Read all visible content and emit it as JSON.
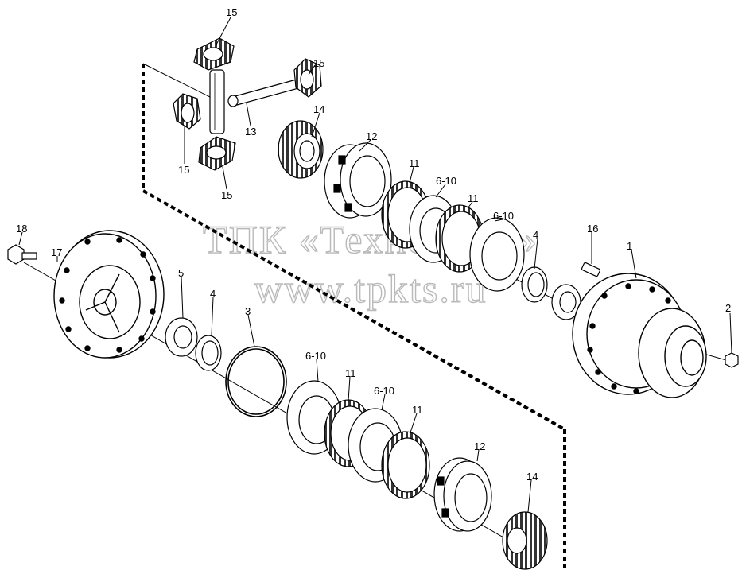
{
  "watermark": {
    "line1": "ТПК «Техно-Сиб»",
    "line2": "www.tpkts.ru",
    "color": "#b9b9b9"
  },
  "callouts": [
    {
      "id": "c15a",
      "text": "15"
    },
    {
      "id": "c15b",
      "text": "15"
    },
    {
      "id": "c13",
      "text": "13"
    },
    {
      "id": "c14a",
      "text": "14"
    },
    {
      "id": "c15c",
      "text": "15"
    },
    {
      "id": "c15d",
      "text": "15"
    },
    {
      "id": "c12a",
      "text": "12"
    },
    {
      "id": "c11a",
      "text": "11"
    },
    {
      "id": "c6a",
      "text": "6-10"
    },
    {
      "id": "c11b",
      "text": "11"
    },
    {
      "id": "c6b",
      "text": "6-10"
    },
    {
      "id": "c4a",
      "text": "4"
    },
    {
      "id": "c16",
      "text": "16"
    },
    {
      "id": "c1",
      "text": "1"
    },
    {
      "id": "c2",
      "text": "2"
    },
    {
      "id": "c18",
      "text": "18"
    },
    {
      "id": "c17",
      "text": "17"
    },
    {
      "id": "c5",
      "text": "5"
    },
    {
      "id": "c4b",
      "text": "4"
    },
    {
      "id": "c3",
      "text": "3"
    },
    {
      "id": "c6c",
      "text": "6-10"
    },
    {
      "id": "c11c",
      "text": "11"
    },
    {
      "id": "c6d",
      "text": "6-10"
    },
    {
      "id": "c11d",
      "text": "11"
    },
    {
      "id": "c12b",
      "text": "12"
    },
    {
      "id": "c14b",
      "text": "14"
    }
  ]
}
